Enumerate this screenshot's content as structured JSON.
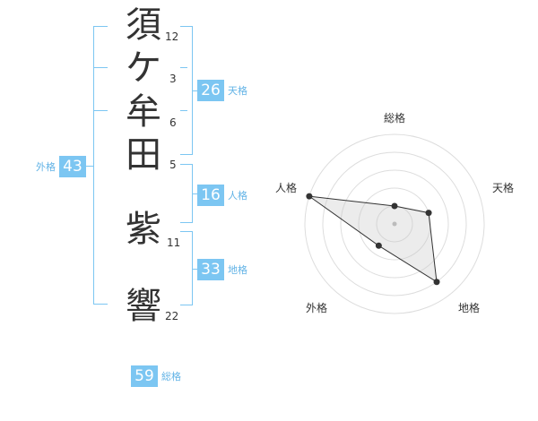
{
  "name_chars": [
    {
      "char": "須",
      "strokes": "12"
    },
    {
      "char": "ケ",
      "strokes": "3"
    },
    {
      "char": "牟",
      "strokes": "6"
    },
    {
      "char": "田",
      "strokes": "5"
    },
    {
      "char": "紫",
      "strokes": "11"
    },
    {
      "char": "響",
      "strokes": "22"
    }
  ],
  "fortunes": {
    "tenkaku": {
      "value": "26",
      "label": "天格"
    },
    "jinkaku": {
      "value": "16",
      "label": "人格"
    },
    "chikaku": {
      "value": "33",
      "label": "地格"
    },
    "gaikaku": {
      "value": "43",
      "label": "外格"
    },
    "soukaku": {
      "value": "59",
      "label": "総格"
    }
  },
  "colors": {
    "accent": "#7cc6f2",
    "accent_text": "#62b3e6",
    "text": "#333333",
    "ring": "#dddddd"
  },
  "chart_data": {
    "type": "radar",
    "axes": [
      "総格",
      "天格",
      "地格",
      "外格",
      "人格"
    ],
    "values": [
      1,
      2,
      4,
      1.5,
      5
    ],
    "max": 5,
    "rings": 5
  }
}
